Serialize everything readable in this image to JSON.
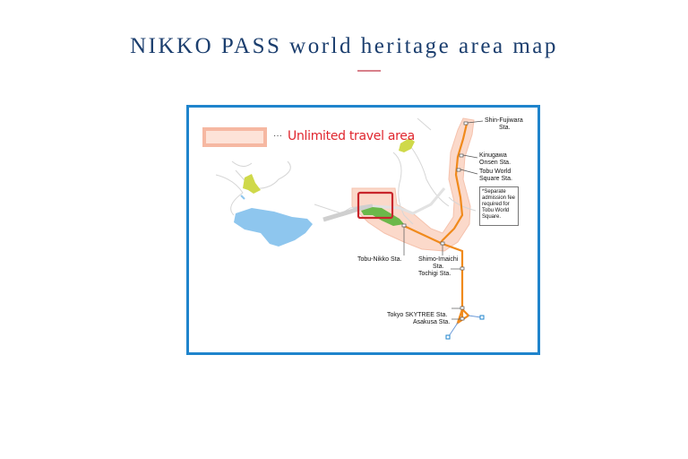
{
  "page": {
    "title": "NIKKO PASS world heritage area map",
    "accent_rule_color": "#d8808a",
    "title_color": "#1b3e6e"
  },
  "map": {
    "frame_color": "#1f84cc",
    "legend": {
      "dots": "···",
      "label": "Unlimited travel area",
      "label_color": "#e0262e",
      "swatch_color": "#f6b8a2"
    },
    "stations": {
      "shin_fujiwara": {
        "line1": "Shin-Fujiwara",
        "line2": "Sta."
      },
      "kinugawa_onsen": {
        "line1": "Kinugawa",
        "line2": "Onsen Sta."
      },
      "tobu_world_square": {
        "line1": "Tobu World",
        "line2": "Square Sta."
      },
      "tobu_nikko": {
        "line1": "Tobu-Nikko Sta."
      },
      "shimo_imaichi": {
        "line1": "Shimo-Imaichi",
        "line2": "Sta."
      },
      "tochigi": {
        "line1": "Tochigi Sta."
      },
      "tokyo_skytree": {
        "line1": "Tokyo SKYTREE Sta."
      },
      "asakusa": {
        "line1": "Asakusa Sta."
      }
    },
    "note": {
      "lines": [
        "*Separate",
        "admission fee",
        "required for",
        "Tobu World",
        "Square."
      ]
    },
    "colors": {
      "rail_line": "#f08a1c",
      "travel_area": "#f9d3c2",
      "lake": "#8ec6ee",
      "park_green": "#6bb84a",
      "marsh_yellow": "#cfd94a",
      "highlight_box": "#c8262c",
      "road": "#cfcfcf"
    }
  }
}
